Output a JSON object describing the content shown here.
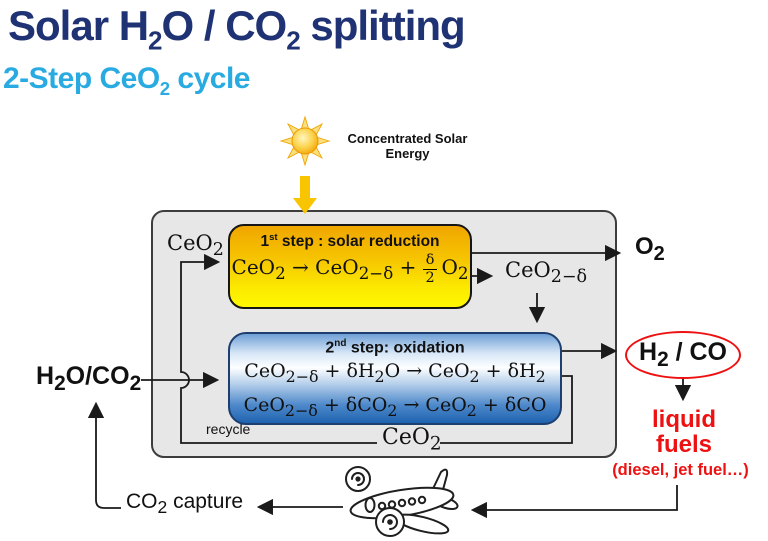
{
  "title": {
    "t1": "Solar H",
    "sub1": "2",
    "t2": "O / CO",
    "sub2": "2",
    "t3": " splitting"
  },
  "subtitle": {
    "t1": "2-Step CeO",
    "sub1": "2",
    "t2": " cycle"
  },
  "solar": {
    "line1": "Concentrated Solar",
    "line2": "Energy"
  },
  "labels": {
    "ceo2_top": {
      "t": "CeO",
      "sub": "2"
    },
    "o2": {
      "t": "O",
      "sub": "2"
    },
    "ceo2_delta": {
      "t": "CeO",
      "sub": "2−δ"
    },
    "h2o_co2": {
      "t1": "H",
      "sub1": "2",
      "t2": "O/CO",
      "sub2": "2"
    },
    "h2_co": {
      "t1": "H",
      "sub1": "2",
      "t2": " / CO"
    },
    "recycle": "recycle",
    "ceo2_bottom": {
      "t": "CeO",
      "sub": "2"
    },
    "co2_capture": {
      "t1": "CO",
      "sub1": "2",
      "t2": " capture"
    },
    "liquid_fuels_line1": "liquid",
    "liquid_fuels_line2": "fuels",
    "liquid_fuels_note": "(diesel, jet fuel…)"
  },
  "step1": {
    "num": "1",
    "ord": "st",
    "title": " step : solar reduction",
    "eq": {
      "t1": "CeO",
      "sub1": "2",
      "t2": " → CeO",
      "sub2": "2−δ",
      "t3": " + ",
      "frac_num": "δ",
      "frac_den": "2",
      "t4": "O",
      "sub3": "2"
    }
  },
  "step2": {
    "num": "2",
    "ord": "nd",
    "title": " step: oxidation",
    "eq1": {
      "t1": "CeO",
      "sub1": "2−δ",
      "t2": " + δH",
      "sub2": "2",
      "t3": "O → CeO",
      "sub3": "2",
      "t4": " + δH",
      "sub4": "2"
    },
    "eq2": {
      "t1": "CeO",
      "sub1": "2−δ",
      "t2": " + δCO",
      "sub2": "2",
      "t3": " → CeO",
      "sub3": "2",
      "t4": " + δCO"
    }
  },
  "icons": {
    "sun": "sun-icon",
    "airplane": "airplane-illustration",
    "solar_arrow": "solar-energy-arrow"
  },
  "colors": {
    "title_navy": "#1F3273",
    "subtitle_blue": "#29ABE2",
    "red": "#EE1111",
    "container_gray": "#E7E7E7",
    "yellow_box_top": "#F0A600",
    "yellow_box_bottom": "#FFF800",
    "blue_box_top": "#6FA0D6",
    "blue_box_bottom": "#1E63B0",
    "solar_arrow_yellow": "#F9C400",
    "sun_core": "#F6A600",
    "line": "#1a1a1a"
  }
}
